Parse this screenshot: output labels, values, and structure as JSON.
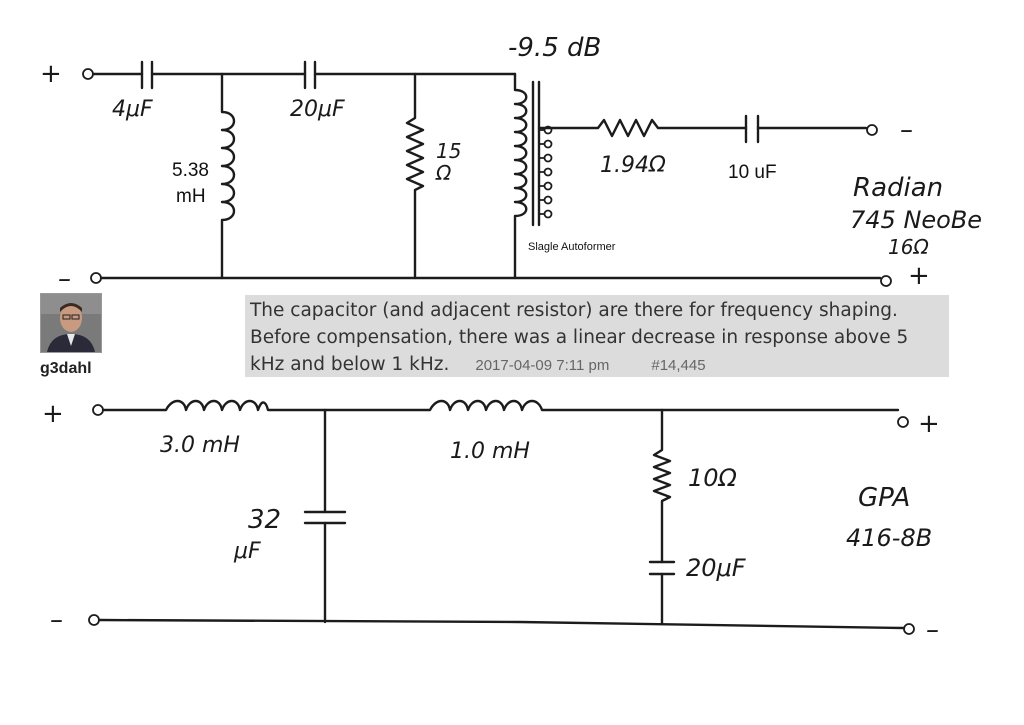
{
  "diagram_top": {
    "plus_label": "+",
    "minus_label": "–",
    "cap1": "4μF",
    "cap2": "20μF",
    "inductor": "5.38",
    "inductor_unit": "mH",
    "res_shunt": "15",
    "res_shunt_unit": "Ω",
    "atten": "-9.5 dB",
    "autoformer": "Slagle  Autoformer",
    "res_series": "1.94Ω",
    "cap_out": "10 uF",
    "out_minus": "–",
    "out_plus": "+",
    "driver_line1": "Radian",
    "driver_line2": "745 NeoBe",
    "driver_line3": "16Ω"
  },
  "post": {
    "text": "The capacitor (and adjacent resistor) are there for frequency shaping. Before compensation, there was a linear decrease in response above 5 kHz and below 1 kHz.",
    "date": "2017-04-09 7:11 pm",
    "number": "#14,445",
    "username": "g3dahl"
  },
  "diagram_bottom": {
    "plus_label": "+",
    "minus_label": "–",
    "ind1": "3.0 mH",
    "ind2": "1.0 mH",
    "cap_shunt": "32",
    "cap_shunt_unit": "μF",
    "res": "10Ω",
    "cap": "20μF",
    "out_plus": "+",
    "out_minus": "–",
    "driver_line1": "GPA",
    "driver_line2": "416-8B"
  }
}
